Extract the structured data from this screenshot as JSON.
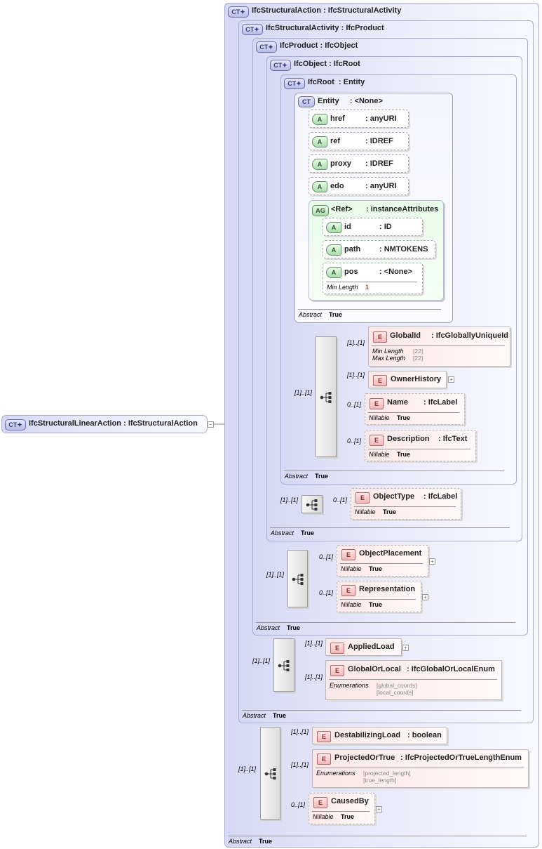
{
  "root": {
    "name": "IfcStructuralLinearAction",
    "type": ": IfcStructuralAction",
    "tag": "CT"
  },
  "containers": {
    "sa": {
      "name": "IfcStructuralAction",
      "type": ": IfcStructuralActivity",
      "tag": "CT",
      "abstract_label": "Abstract",
      "abstract_value": "True"
    },
    "sac": {
      "name": "IfcStructuralActivity",
      "type": ": IfcProduct",
      "tag": "CT",
      "abstract_label": "Abstract",
      "abstract_value": "True"
    },
    "pr": {
      "name": "IfcProduct",
      "type": ": IfcObject",
      "tag": "CT",
      "abstract_label": "Abstract",
      "abstract_value": "True"
    },
    "ob": {
      "name": "IfcObject",
      "type": ": IfcRoot",
      "tag": "CT",
      "abstract_label": "Abstract",
      "abstract_value": "True"
    },
    "rt": {
      "name": "IfcRoot",
      "type": ": Entity",
      "tag": "CT",
      "abstract_label": "Abstract",
      "abstract_value": "True"
    },
    "en": {
      "name": "Entity",
      "type": ": <None>",
      "tag": "CT",
      "abstract_label": "Abstract",
      "abstract_value": "True"
    }
  },
  "attributes": {
    "href": {
      "name": "href",
      "type": ": anyURI",
      "tag": "A"
    },
    "ref": {
      "name": "ref",
      "type": ": IDREF",
      "tag": "A"
    },
    "proxy": {
      "name": "proxy",
      "type": ": IDREF",
      "tag": "A"
    },
    "edo": {
      "name": "edo",
      "type": ": anyURI",
      "tag": "A"
    },
    "id": {
      "name": "id",
      "type": ": ID",
      "tag": "A"
    },
    "path": {
      "name": "path",
      "type": ": NMTOKENS",
      "tag": "A"
    },
    "pos": {
      "name": "pos",
      "type": ": <None>",
      "tag": "A",
      "facet_label": "Min Length",
      "facet_value": "1"
    }
  },
  "attribute_group": {
    "name": "<Ref>",
    "type": ": instanceAttributes",
    "tag": "AG"
  },
  "elements": {
    "globalid": {
      "name": "GlobalId",
      "type": ": IfcGloballyUniqueId",
      "tag": "E",
      "card": "[1]..[1]",
      "facets": [
        {
          "label": "Min Length",
          "value": "[22]"
        },
        {
          "label": "Max Length",
          "value": "[22]"
        }
      ]
    },
    "ownerhistory": {
      "name": "OwnerHistory",
      "type": "",
      "tag": "E",
      "card": "[1]..[1]"
    },
    "name": {
      "name": "Name",
      "type": ": IfcLabel",
      "tag": "E",
      "card": "0..[1]",
      "nillable_label": "Nillable",
      "nillable_value": "True"
    },
    "description": {
      "name": "Description",
      "type": ": IfcText",
      "tag": "E",
      "card": "0..[1]",
      "nillable_label": "Nillable",
      "nillable_value": "True"
    },
    "objecttype": {
      "name": "ObjectType",
      "type": ": IfcLabel",
      "tag": "E",
      "card": "0..[1]",
      "nillable_label": "Nillable",
      "nillable_value": "True"
    },
    "objectplacement": {
      "name": "ObjectPlacement",
      "type": "",
      "tag": "E",
      "card": "0..[1]",
      "nillable_label": "Nillable",
      "nillable_value": "True"
    },
    "representation": {
      "name": "Representation",
      "type": "",
      "tag": "E",
      "card": "0..[1]",
      "nillable_label": "Nillable",
      "nillable_value": "True"
    },
    "appliedload": {
      "name": "AppliedLoad",
      "type": "",
      "tag": "E",
      "card": "[1]..[1]"
    },
    "globalorlocal": {
      "name": "GlobalOrLocal",
      "type": ": IfcGlobalOrLocalEnum",
      "tag": "E",
      "card": "[1]..[1]",
      "enum_label": "Enumerations",
      "enum_values": [
        "[global_coords]",
        "[local_coords]"
      ]
    },
    "destabilizingload": {
      "name": "DestabilizingLoad",
      "type": ": boolean",
      "tag": "E",
      "card": "[1]..[1]"
    },
    "projectedortrue": {
      "name": "ProjectedOrTrue",
      "type": ": IfcProjectedOrTrueLengthEnum",
      "tag": "E",
      "card": "[1]..[1]",
      "enum_label": "Enumerations",
      "enum_values": [
        "[projected_length]",
        "[true_length]"
      ]
    },
    "causedby": {
      "name": "CausedBy",
      "type": "",
      "tag": "E",
      "card": "0..[1]",
      "nillable_label": "Nillable",
      "nillable_value": "True"
    }
  },
  "sequence_cards": {
    "root_seq": "[1]..[1]",
    "ob_seq": "[1]..[1]",
    "pr_seq": "[1]..[1]",
    "sac_seq": "[1]..[1]",
    "sa_seq": "[1]..[1]"
  },
  "expand_symbol": "+",
  "collapse_symbol": "−"
}
